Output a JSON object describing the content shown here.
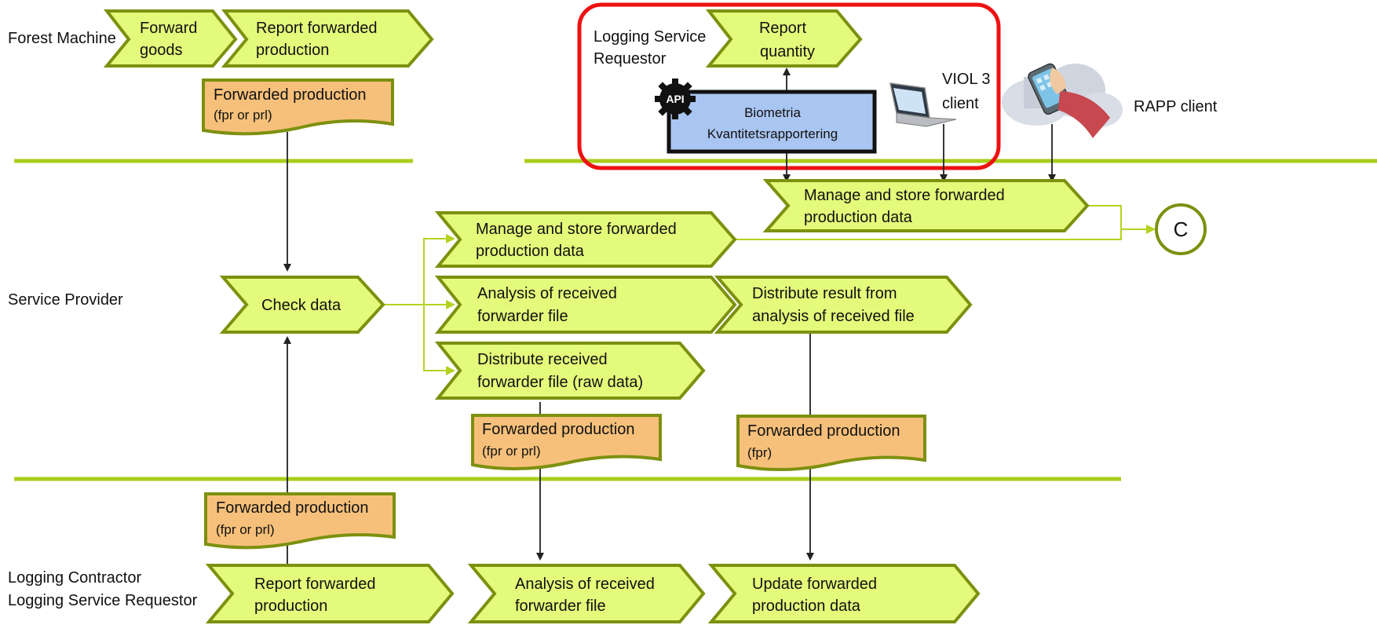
{
  "lanes": {
    "forest_machine": "Forest Machine",
    "service_provider": "Service Provider",
    "logging_contractor": "Logging Contractor",
    "logging_service_requestor": "Logging Service Requestor"
  },
  "functions": {
    "forward_goods": [
      "Forward",
      "goods"
    ],
    "report_forwarded_production_top": [
      "Report forwarded",
      "production"
    ],
    "report_quantity": [
      "Report",
      "quantity"
    ],
    "manage_store_right": [
      "Manage and store forwarded",
      "production data"
    ],
    "manage_store_left": [
      "Manage and store forwarded",
      "production data"
    ],
    "check_data": [
      "Check data"
    ],
    "analysis_received": [
      "Analysis of received",
      "forwarder file"
    ],
    "distribute_result": [
      "Distribute result from",
      "analysis of received file"
    ],
    "distribute_raw": [
      "Distribute received",
      "forwarder file (raw data)"
    ],
    "report_forwarded_production_bottom": [
      "Report forwarded",
      "production"
    ],
    "analysis_received_bottom": [
      "Analysis of received",
      "forwarder file"
    ],
    "update_forwarded": [
      "Update forwarded",
      "production data"
    ]
  },
  "documents": {
    "doc_top": {
      "title": "Forwarded production",
      "sub": "(fpr or prl)"
    },
    "doc_mid_left": {
      "title": "Forwarded production",
      "sub": "(fpr or prl)"
    },
    "doc_mid_right": {
      "title": "Forwarded production",
      "sub": "(fpr)"
    },
    "doc_bottom": {
      "title": "Forwarded production",
      "sub": "(fpr or prl)"
    }
  },
  "systems": {
    "logging_service_requestor": [
      "Logging Service",
      "Requestor"
    ],
    "biometria": [
      "Biometria",
      "Kvantitetsrapportering"
    ],
    "api_badge": "API",
    "viol3": [
      "VIOL 3",
      "client"
    ],
    "rapp": "RAPP client"
  },
  "connector": "C",
  "colors": {
    "function_fill": "#e4fa7a",
    "function_border": "#7d900f",
    "document_fill": "#f6c07a",
    "document_border": "#7d900f",
    "lane_divider": "#a9cd1b",
    "system_fill": "#a9c5f1",
    "highlight": "#ee1111"
  }
}
